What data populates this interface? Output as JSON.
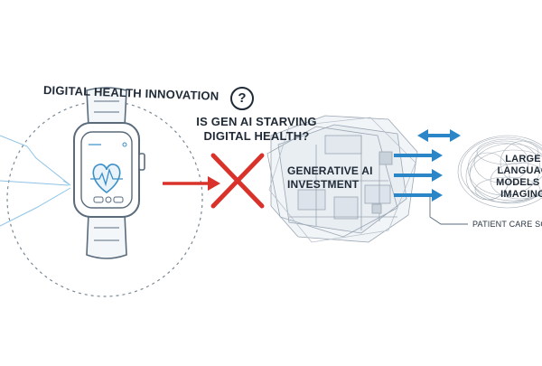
{
  "labels": {
    "digital_health": "DIGITAL HEALTH INNOVATION",
    "question_mark": "?",
    "question": "IS GEN AI STARVING DIGITAL HEALTH?",
    "gen_ai": "GENERATIVE AI INVESTMENT",
    "llm": "LARGE LANGUAG MODELS & IMAGING",
    "patient_care": "PATIENT CARE SOLUT"
  },
  "colors": {
    "ink": "#1f2a36",
    "watch_line": "#5a6b7c",
    "watch_accent": "#3a8fc7",
    "dashed_circle": "#7a8894",
    "red_cross": "#d9322b",
    "red_arrow": "#d9322b",
    "blue_arrows": "#2b86c8",
    "chip_gray": "#9aa6b2"
  },
  "icons": {
    "watch": "smartwatch-heart-icon",
    "cross": "red-x-icon",
    "question": "question-circle-icon"
  }
}
